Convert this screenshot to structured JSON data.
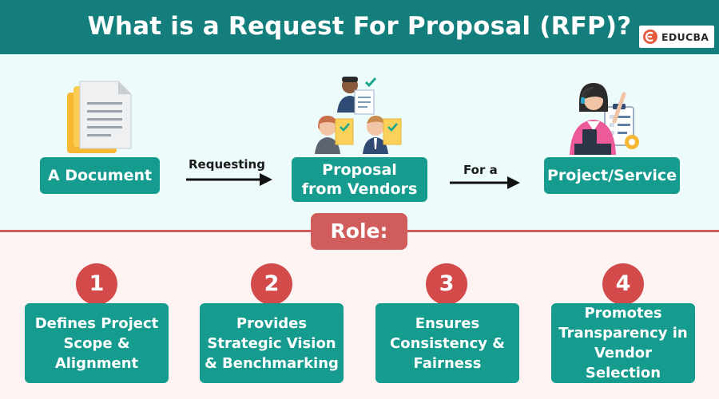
{
  "header": {
    "title": "What is a Request For Proposal (RFP)?"
  },
  "brand": {
    "name": "EDUCBA",
    "logo_color": "#e35b3c"
  },
  "flow": {
    "steps": [
      {
        "label": "A Document",
        "icon": "document-icon"
      },
      {
        "label": "Proposal from Vendors",
        "icon": "vendors-icon"
      },
      {
        "label": "Project/Service",
        "icon": "project-manager-icon"
      }
    ],
    "arrows": [
      {
        "label": "Requesting"
      },
      {
        "label": "For a"
      }
    ]
  },
  "roles": {
    "heading": "Role:",
    "items": [
      {
        "number": "1",
        "label": "Defines Project Scope & Alignment"
      },
      {
        "number": "2",
        "label": "Provides Strategic Vision & Benchmarking"
      },
      {
        "number": "3",
        "label": "Ensures Consistency & Fairness"
      },
      {
        "number": "4",
        "label": "Promotes Transparency in Vendor Selection"
      }
    ]
  },
  "colors": {
    "header": "#137e7b",
    "teal_box": "#159c8f",
    "accent_red": "#d34a4a",
    "top_bg": "#eefbfb",
    "bottom_bg": "#fdf3f3"
  }
}
